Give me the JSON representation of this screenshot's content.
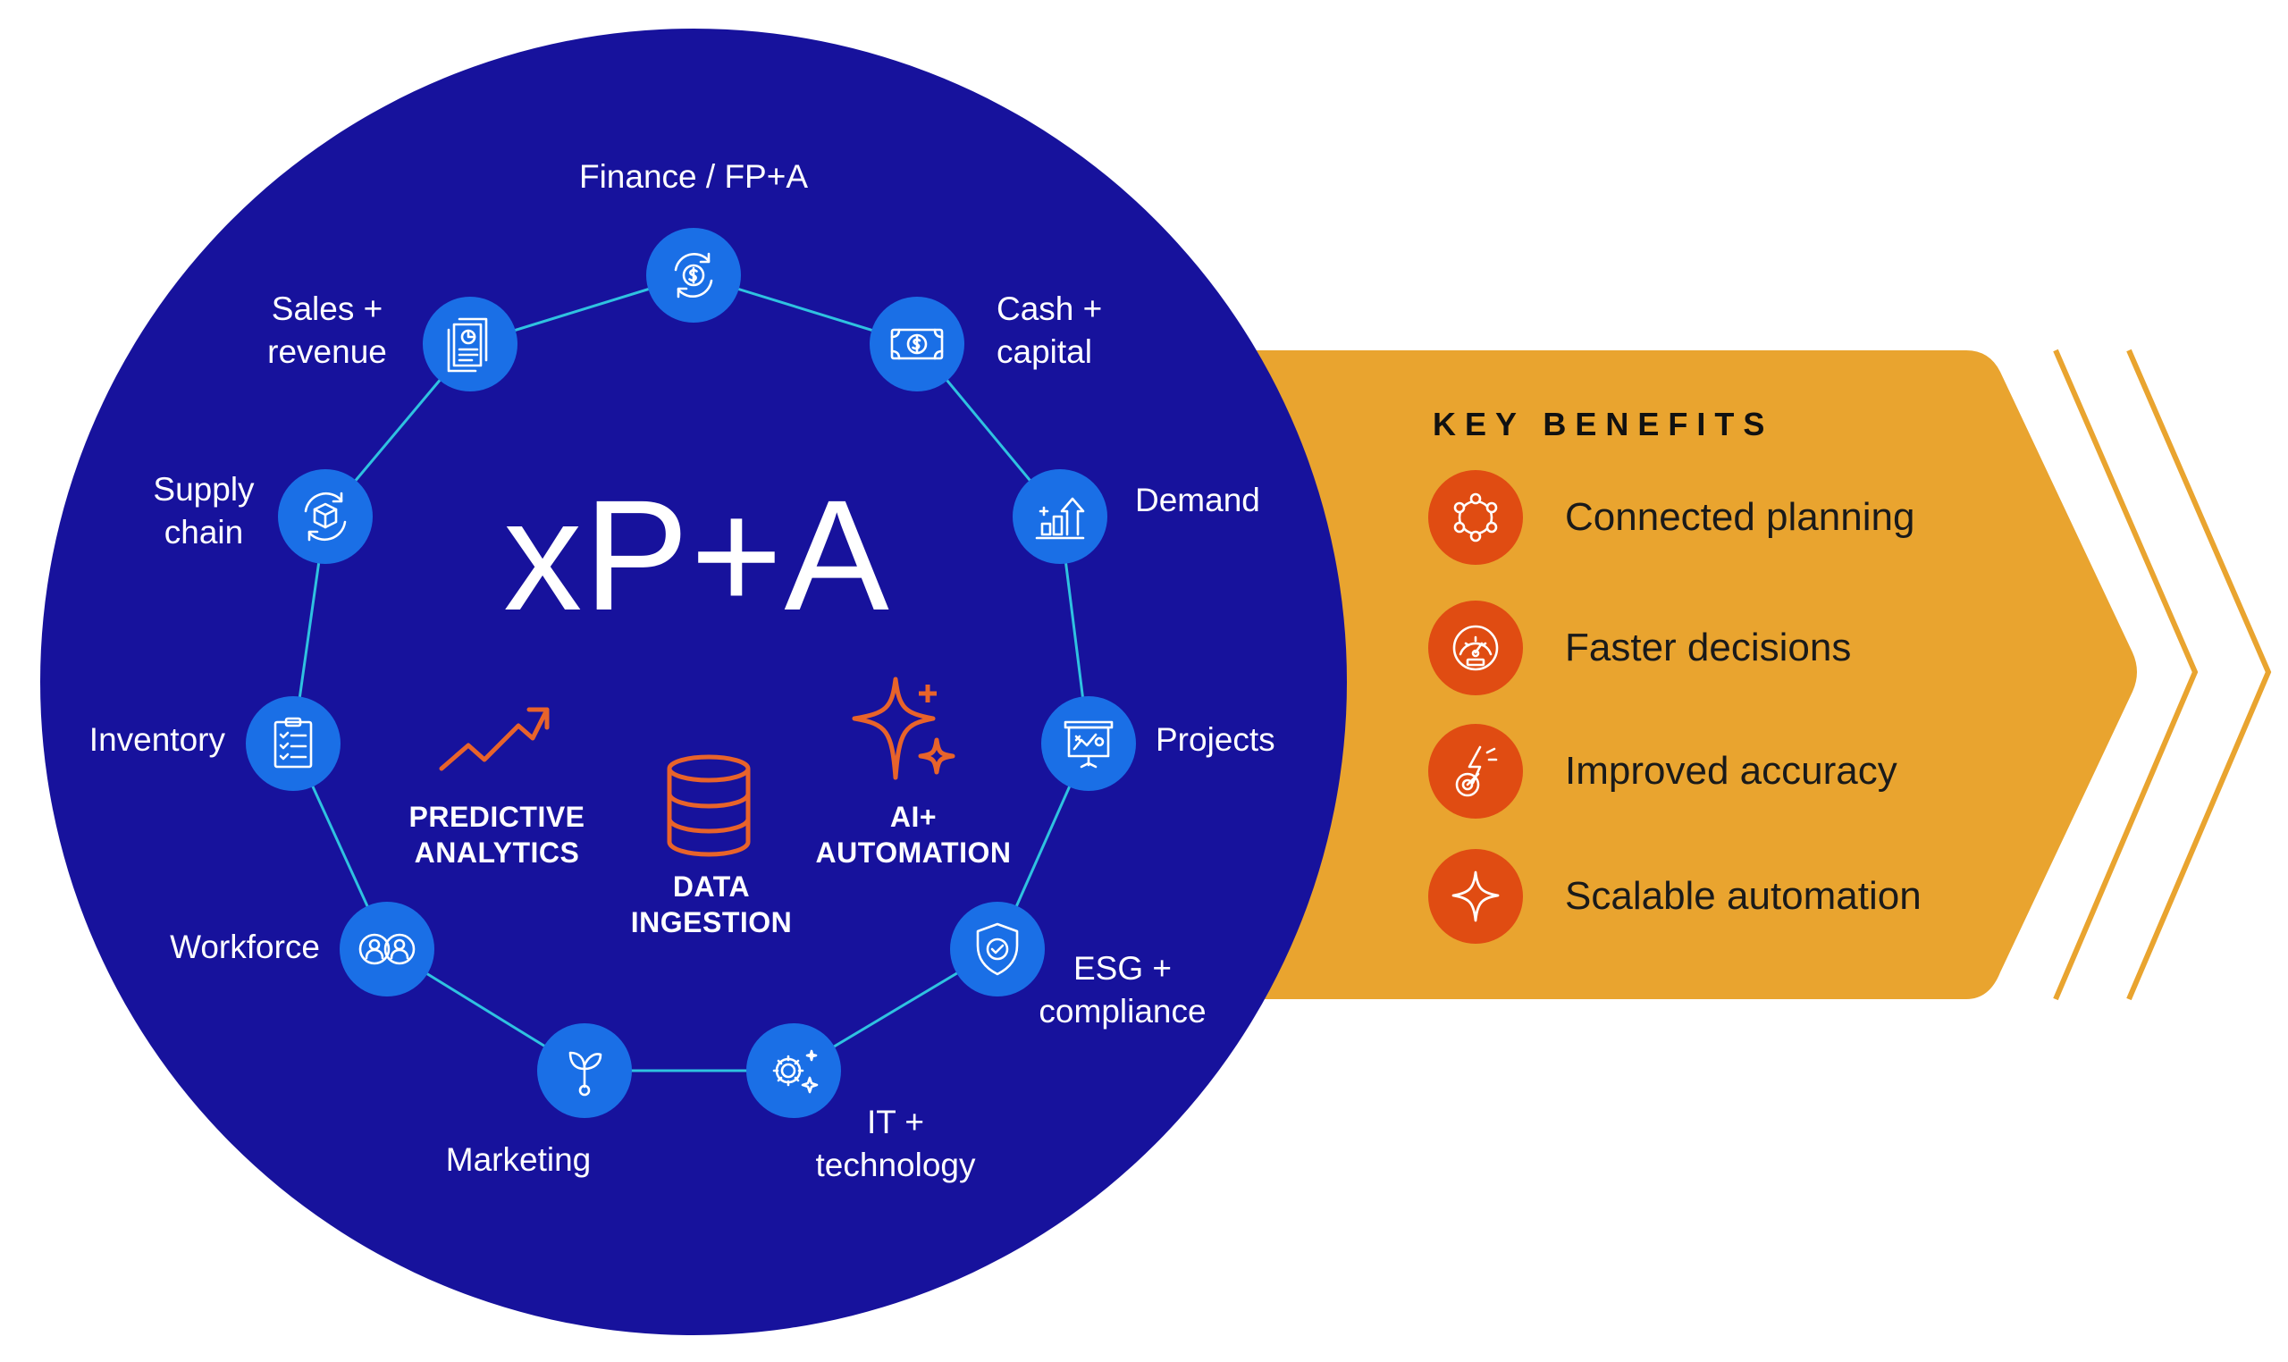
{
  "hub": {
    "title": "xP+A"
  },
  "nodes": [
    {
      "key": "finance",
      "lines": [
        "Finance / FP+A"
      ],
      "icon": "finance-cycle-icon"
    },
    {
      "key": "cash",
      "lines": [
        "Cash +",
        "capital"
      ],
      "icon": "banknote-icon"
    },
    {
      "key": "demand",
      "lines": [
        "Demand"
      ],
      "icon": "demand-chart-icon"
    },
    {
      "key": "projects",
      "lines": [
        "Projects"
      ],
      "icon": "presentation-board-icon"
    },
    {
      "key": "esg",
      "lines": [
        "ESG +",
        "compliance"
      ],
      "icon": "shield-check-icon"
    },
    {
      "key": "it",
      "lines": [
        "IT +",
        "technology"
      ],
      "icon": "gear-sparkle-icon"
    },
    {
      "key": "marketing",
      "lines": [
        "Marketing"
      ],
      "icon": "sprout-icon"
    },
    {
      "key": "workforce",
      "lines": [
        "Workforce"
      ],
      "icon": "people-icon"
    },
    {
      "key": "inventory",
      "lines": [
        "Inventory"
      ],
      "icon": "clipboard-checklist-icon"
    },
    {
      "key": "supply",
      "lines": [
        "Supply",
        "chain"
      ],
      "icon": "box-cycle-icon"
    },
    {
      "key": "sales",
      "lines": [
        "Sales +",
        "revenue"
      ],
      "icon": "report-document-icon"
    }
  ],
  "center": {
    "predictive": {
      "lines": [
        "PREDICTIVE",
        "ANALYTICS"
      ],
      "icon": "trend-arrow-icon"
    },
    "data": {
      "lines": [
        "DATA",
        "INGESTION"
      ],
      "icon": "database-icon"
    },
    "ai": {
      "lines": [
        "AI+",
        "AUTOMATION"
      ],
      "icon": "sparkles-icon"
    }
  },
  "benefits": {
    "heading": "KEY BENEFITS",
    "items": [
      {
        "label": "Connected planning",
        "icon": "connected-nodes-icon"
      },
      {
        "label": "Faster decisions",
        "icon": "speed-gauge-icon"
      },
      {
        "label": "Improved accuracy",
        "icon": "bolt-target-icon"
      },
      {
        "label": "Scalable automation",
        "icon": "sparkle-star-icon"
      }
    ]
  },
  "colors": {
    "circle": "#17129c",
    "node": "#1a6fe6",
    "connector": "#2fc2e0",
    "arrow": "#e9a42f",
    "benefit_icon": "#e04c12",
    "center_icon": "#e8632a"
  }
}
